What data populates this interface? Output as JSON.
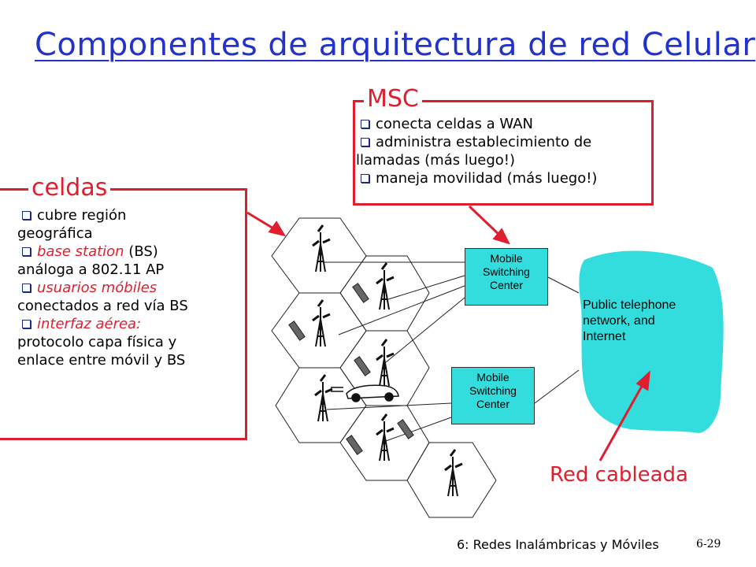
{
  "title": "Componentes de arquitectura de red Celular",
  "msc_box": {
    "title": "MSC",
    "bullets": [
      {
        "text": "conecta celdas a WAN"
      },
      {
        "text": "administra establecimiento de"
      },
      {
        "text": "llamadas (más luego!)",
        "continuation": true
      },
      {
        "text": "maneja movilidad (más luego!)"
      }
    ]
  },
  "cells_box": {
    "title": "celdas",
    "lines": {
      "l1": "cubre región",
      "l2": "geográfica",
      "l3_hl": "base station",
      "l3_rest": " (BS)",
      "l4": "análoga a 802.11 AP",
      "l5_hl": "usuarios móbiles",
      "l6": "conectados a red vía BS",
      "l7_hl": "interfaz aérea:",
      "l8": "protocolo capa física y",
      "l9": "enlace entre móvil y BS"
    }
  },
  "msc_nodes": {
    "top": {
      "l1": "Mobile",
      "l2": "Switching",
      "l3": "Center"
    },
    "bottom": {
      "l1": "Mobile",
      "l2": "Switching",
      "l3": "Center"
    }
  },
  "cloud": {
    "l1": "Public telephone",
    "l2": "network, and",
    "l3": "Internet"
  },
  "wired_label": "Red cableada",
  "footer": {
    "title": "6: Redes Inalámbricas y Móviles",
    "page": "6-29"
  },
  "colors": {
    "accent_red": "#e01e2e",
    "title_blue": "#2233cc",
    "cyan": "#33dddd"
  }
}
